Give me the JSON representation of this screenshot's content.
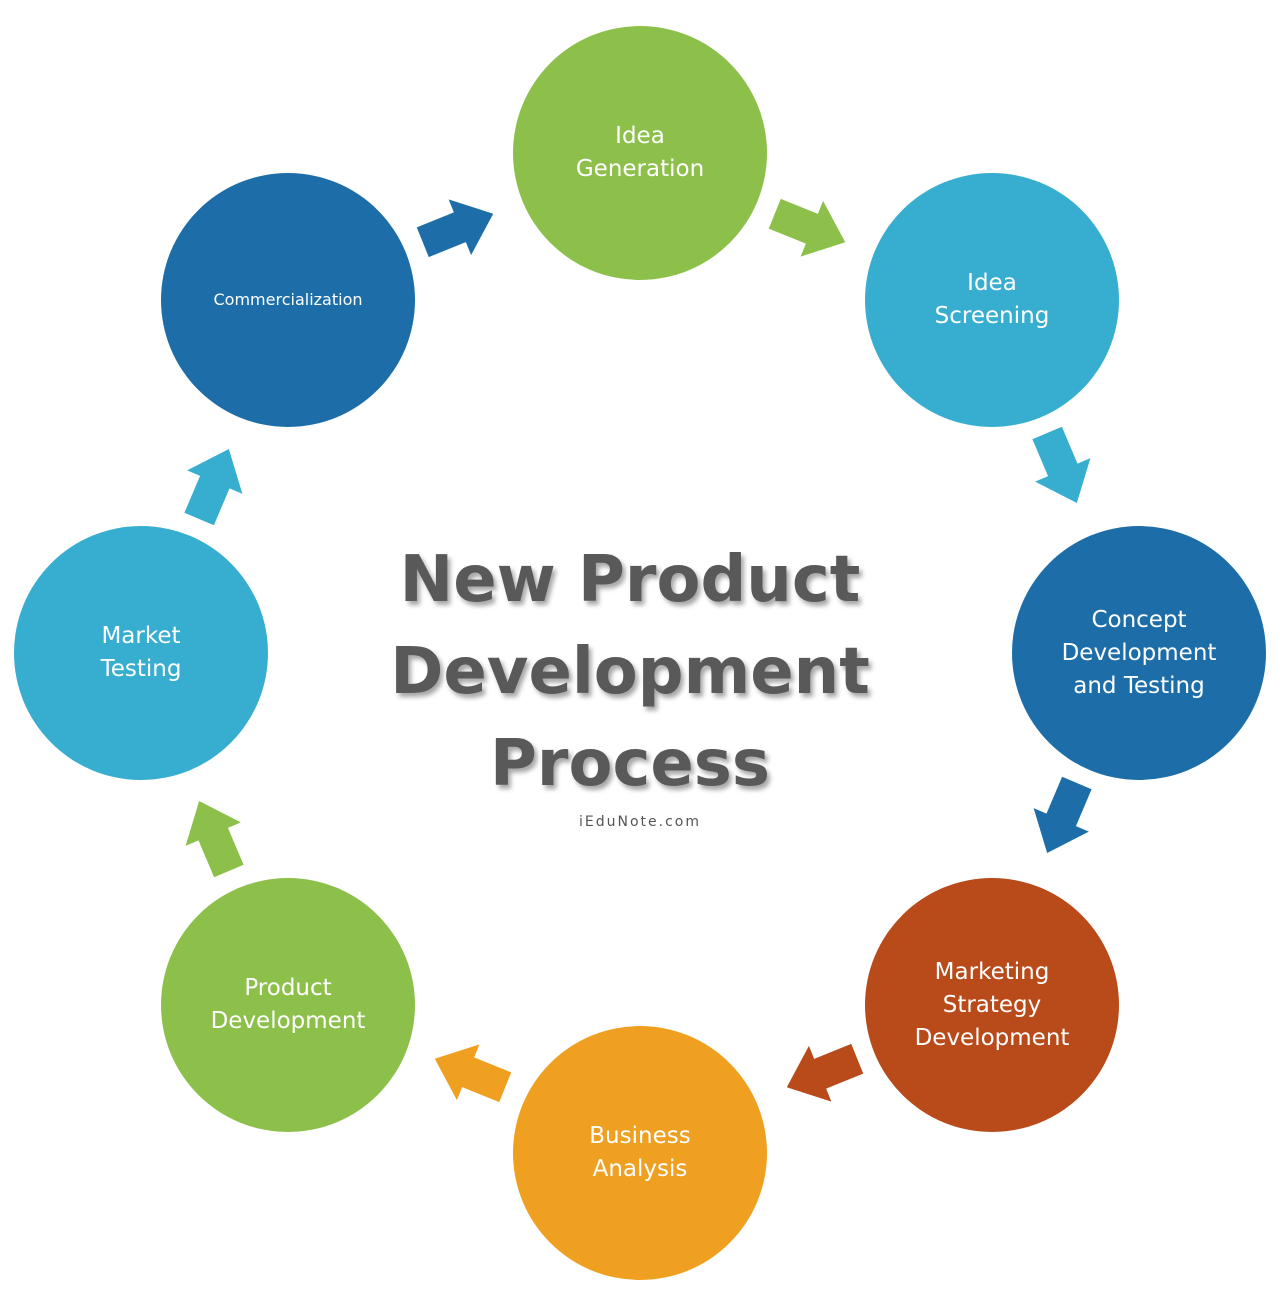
{
  "title": "New Product\nDevelopment\nProcess",
  "watermark": "iEduNote.com",
  "colors": {
    "title": "#595959",
    "green": "#8cc04a",
    "light_blue": "#37aed0",
    "dark_blue": "#1d6ea8",
    "rust": "#b94a1a",
    "orange": "#f0a020"
  },
  "steps": [
    {
      "label": "Idea\nGeneration",
      "color": "#8cc04a"
    },
    {
      "label": "Idea\nScreening",
      "color": "#37aed0"
    },
    {
      "label": "Concept\nDevelopment\nand Testing",
      "color": "#1d6ea8"
    },
    {
      "label": "Marketing\nStrategy\nDevelopment",
      "color": "#b94a1a"
    },
    {
      "label": "Business\nAnalysis",
      "color": "#f0a020"
    },
    {
      "label": "Product\nDevelopment",
      "color": "#8cc04a"
    },
    {
      "label": "Market\nTesting",
      "color": "#37aed0"
    },
    {
      "label": "Commercialization",
      "color": "#1d6ea8"
    }
  ],
  "arrows": [
    {
      "from": "Idea Generation",
      "to": "Idea Screening",
      "color": "#8cc04a",
      "icon": "arrow-right-icon"
    },
    {
      "from": "Idea Screening",
      "to": "Concept Development and Testing",
      "color": "#37aed0",
      "icon": "arrow-down-icon"
    },
    {
      "from": "Concept Development and Testing",
      "to": "Marketing Strategy Development",
      "color": "#1d6ea8",
      "icon": "arrow-down-icon"
    },
    {
      "from": "Marketing Strategy Development",
      "to": "Business Analysis",
      "color": "#b94a1a",
      "icon": "arrow-left-icon"
    },
    {
      "from": "Business Analysis",
      "to": "Product Development",
      "color": "#f0a020",
      "icon": "arrow-left-icon"
    },
    {
      "from": "Product Development",
      "to": "Market Testing",
      "color": "#8cc04a",
      "icon": "arrow-up-icon"
    },
    {
      "from": "Market Testing",
      "to": "Commercialization",
      "color": "#37aed0",
      "icon": "arrow-up-icon"
    },
    {
      "from": "Commercialization",
      "to": "Idea Generation",
      "color": "#1d6ea8",
      "icon": "arrow-right-icon"
    }
  ]
}
